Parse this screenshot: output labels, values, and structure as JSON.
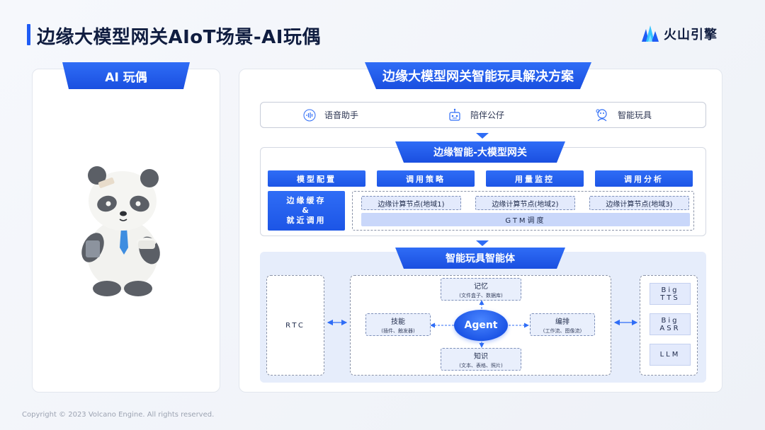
{
  "header": {
    "title": "边缘大模型网关AIoT场景-AI玩偶",
    "brand": "火山引擎"
  },
  "left": {
    "tag": "AI 玩偶",
    "image_alt": "panda-doll"
  },
  "right": {
    "tag": "边缘大模型网关智能玩具解决方案",
    "products": [
      {
        "label": "语音助手",
        "icon": "voice-wave-icon"
      },
      {
        "label": "陪伴公仔",
        "icon": "robot-icon"
      },
      {
        "label": "智能玩具",
        "icon": "toy-icon"
      }
    ],
    "gateway": {
      "tag": "边缘智能-大模型网关",
      "buttons": [
        "模型配置",
        "调用策略",
        "用量监控",
        "调用分析"
      ],
      "cache": {
        "line1": "边缘缓存",
        "line2": "&",
        "line3": "就近调用"
      },
      "nodes": [
        "边缘计算节点(地域1)",
        "边缘计算节点(地域2)",
        "边缘计算节点(地域3)"
      ],
      "gtm": "GTM调度"
    },
    "agent_section": {
      "tag": "智能玩具智能体",
      "rtc": "RTC",
      "agent": "Agent",
      "memory": {
        "title": "记忆",
        "sub": "(文件盒子、数据库)"
      },
      "skills": {
        "title": "技能",
        "sub": "(插件、触发器)"
      },
      "orchestration": {
        "title": "编排",
        "sub": "(工作流、图像流)"
      },
      "knowledge": {
        "title": "知识",
        "sub": "(文本、表格、照片)"
      },
      "models": [
        {
          "l1": "Big",
          "l2": "TTS"
        },
        {
          "l1": "Big",
          "l2": "ASR"
        },
        {
          "l1": "LLM",
          "l2": ""
        }
      ]
    }
  },
  "footer": {
    "copyright": "Copyright © 2023 Volcano Engine. All rights reserved."
  },
  "colors": {
    "primary_blue": "#1f5cf5",
    "light_blue_fill": "#e6edfb",
    "title_text": "#101d40"
  }
}
